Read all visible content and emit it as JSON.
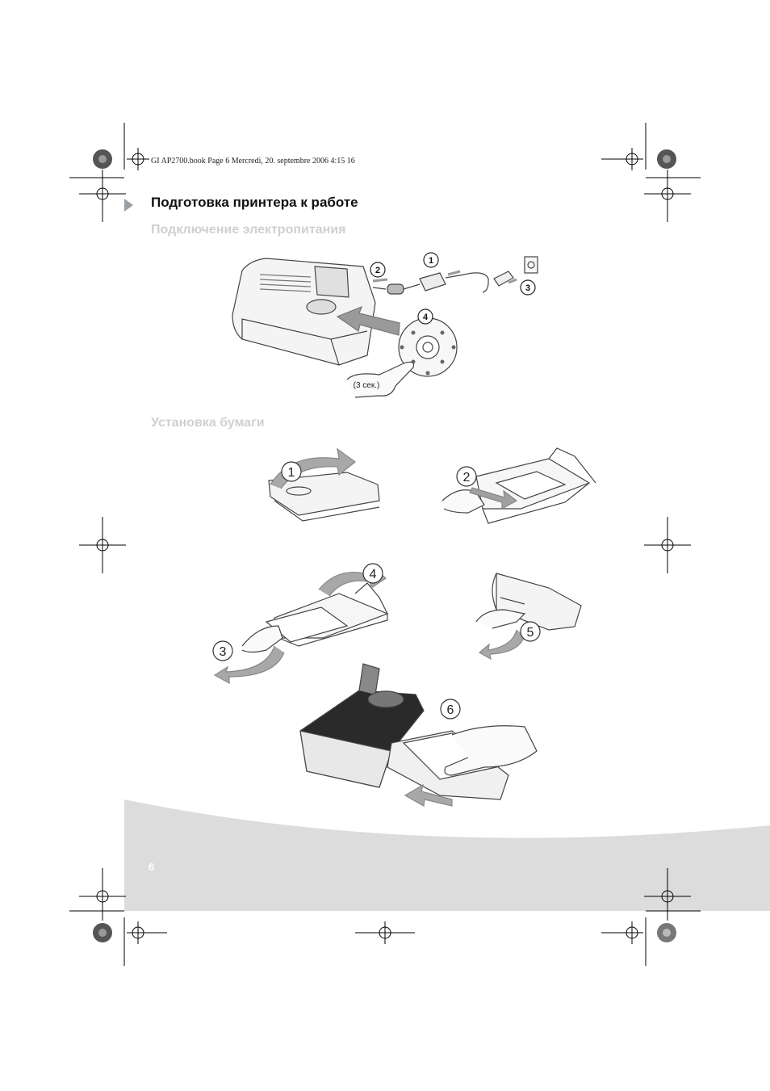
{
  "header": {
    "book_info": "GI AP2700.book  Page 6  Mercredi, 20. septembre 2006  4:15 16"
  },
  "page": {
    "title": "Подготовка принтера к работе",
    "section_power": "Подключение электропитания",
    "section_paper": "Установка бумаги",
    "page_number": "6"
  },
  "power_figure": {
    "callouts": [
      "1",
      "2",
      "3",
      "4"
    ],
    "hold_note": "(3 сек.)"
  },
  "paper_figure": {
    "steps": [
      "1",
      "2",
      "3",
      "4",
      "5",
      "6"
    ]
  }
}
